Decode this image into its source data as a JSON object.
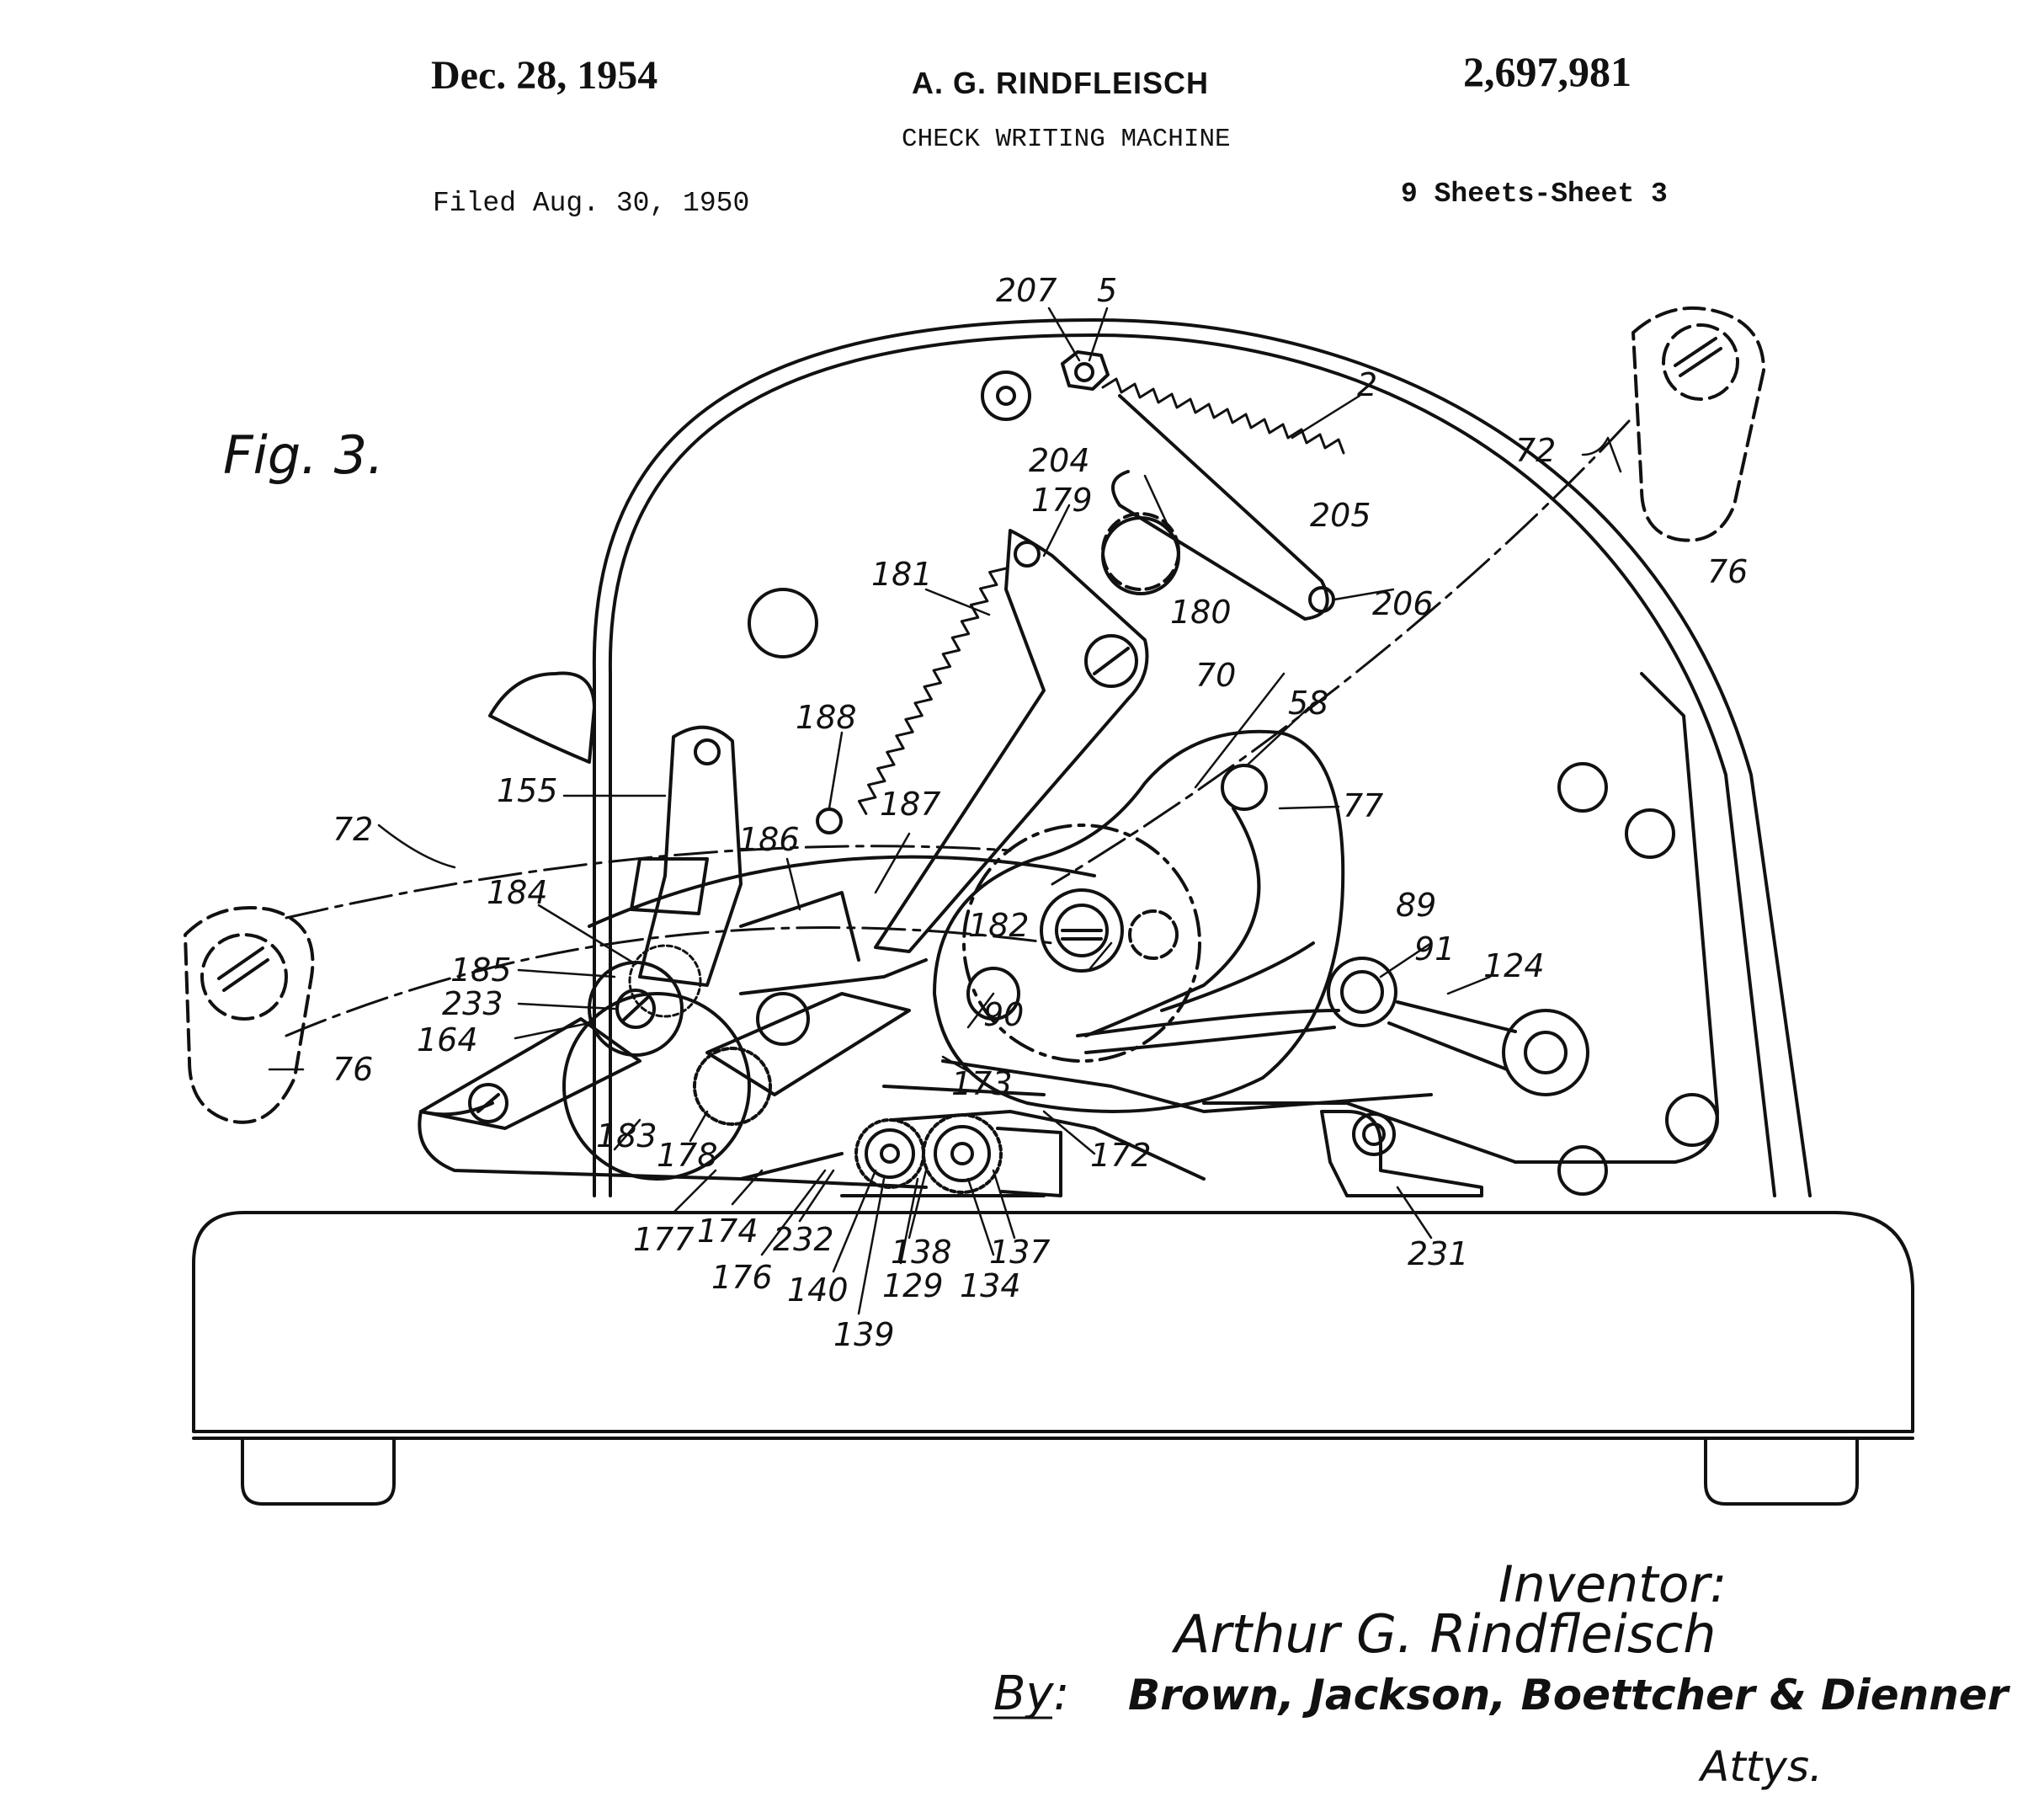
{
  "header": {
    "date": "Dec. 28, 1954",
    "inventor_name": "A. G. RINDFLEISCH",
    "patent_number": "2,697,981",
    "title": "CHECK WRITING MACHINE",
    "filed": "Filed Aug. 30, 1950",
    "sheets": "9 Sheets-Sheet 3"
  },
  "figure": {
    "label": "Fig. 3.",
    "reference_numerals": [
      "207",
      "5",
      "2",
      "72",
      "76",
      "204",
      "179",
      "205",
      "206",
      "181",
      "180",
      "70",
      "58",
      "188",
      "77",
      "155",
      "186",
      "187",
      "72",
      "184",
      "182",
      "89",
      "91",
      "124",
      "185",
      "233",
      "164",
      "90",
      "76",
      "173",
      "183",
      "178",
      "172",
      "177",
      "174",
      "232",
      "176",
      "140",
      "138",
      "129",
      "137",
      "134",
      "139",
      "231"
    ]
  },
  "signature": {
    "inventor_heading": "Inventor:",
    "inventor_signature": "Arthur G. Rindfleisch",
    "by": "By:",
    "attorneys": "Brown, Jackson, Boettcher & Dienner",
    "attys": "Attys."
  },
  "colors": {
    "ink": "#111111",
    "paper": "#ffffff"
  }
}
